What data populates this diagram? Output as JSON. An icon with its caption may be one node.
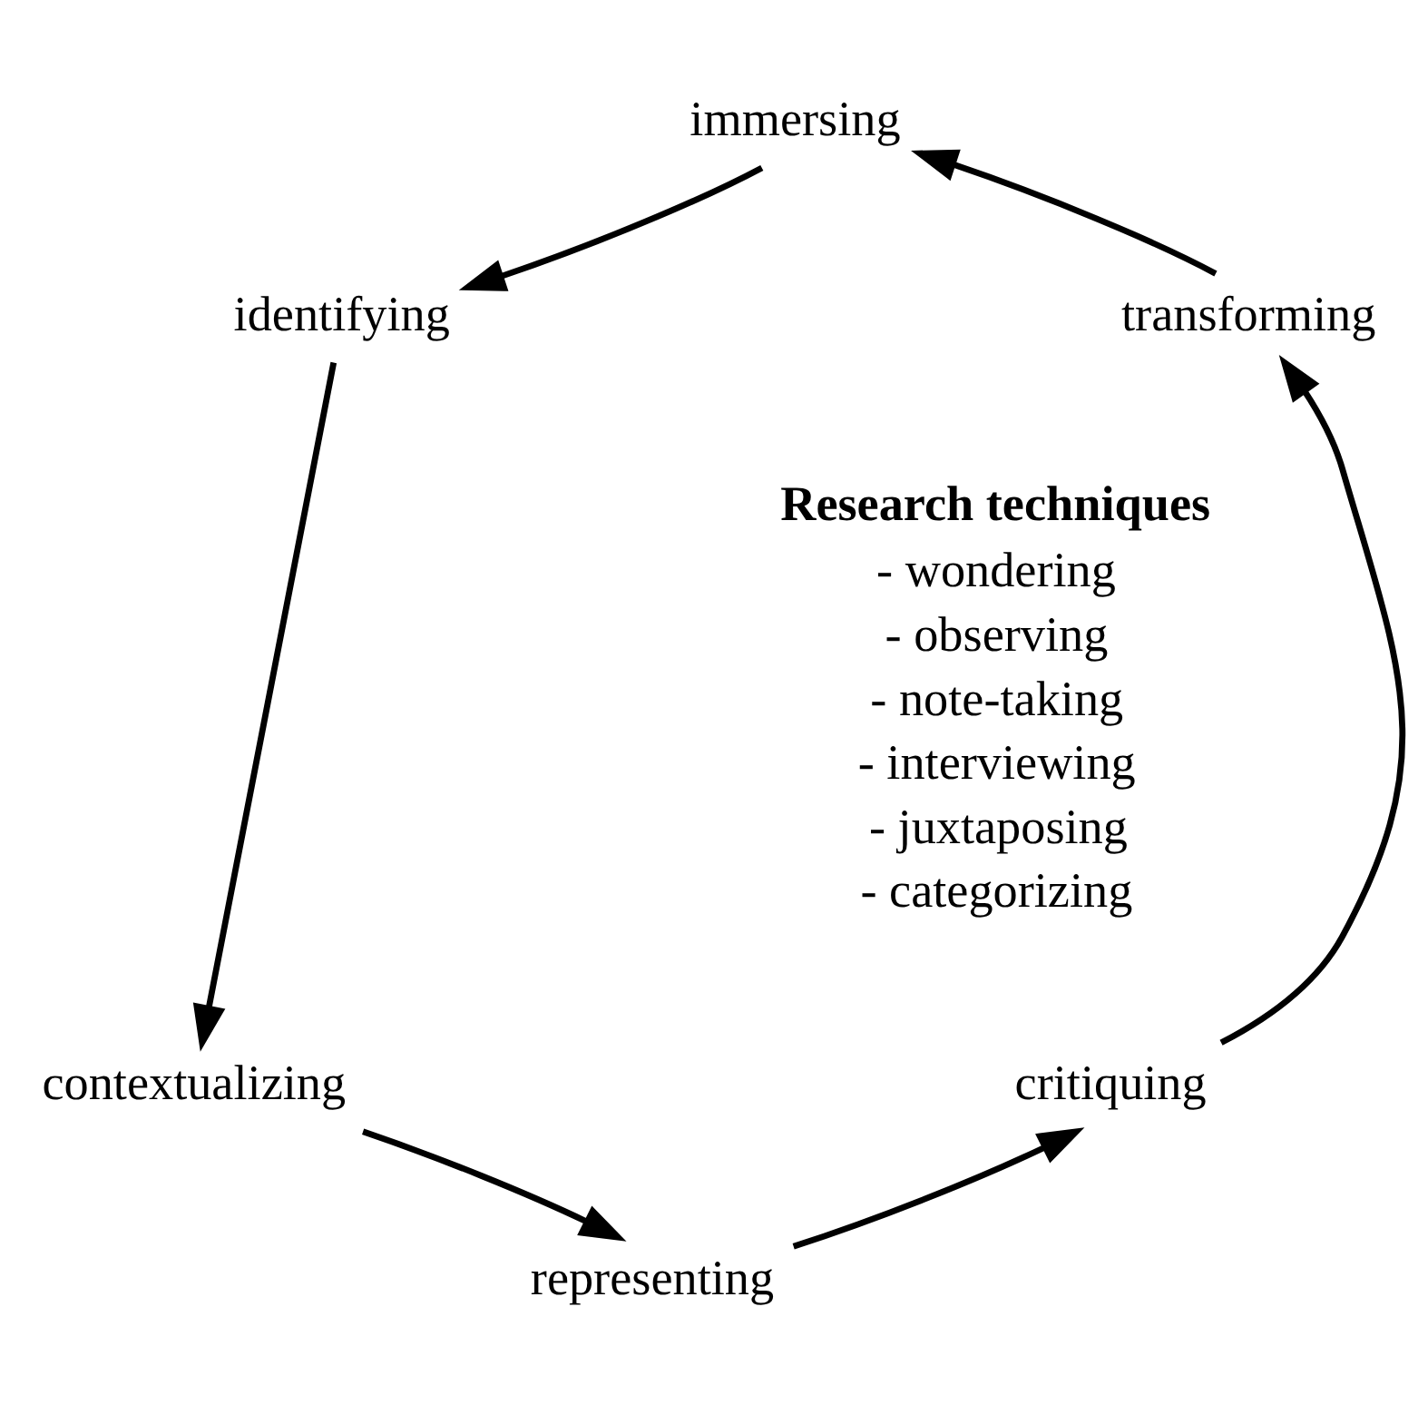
{
  "diagram": {
    "nodes": [
      {
        "text": [
          "immersing"
        ]
      },
      {
        "text": [
          "identifying"
        ]
      },
      {
        "text": [
          "transforming"
        ]
      },
      {
        "text": [
          "contextualizing"
        ]
      },
      {
        "text": [
          "critiquing"
        ]
      },
      {
        "text": [
          "representing"
        ]
      }
    ],
    "edges": [
      {
        "from": 0,
        "to": 1,
        "arrow": "to"
      },
      {
        "from": 1,
        "to": 3,
        "arrow": "to"
      },
      {
        "from": 3,
        "to": 5,
        "arrow": "to"
      },
      {
        "from": 5,
        "to": 4,
        "arrow": "to"
      },
      {
        "from": 4,
        "to": 2,
        "arrow": "to"
      },
      {
        "from": 2,
        "to": 0,
        "arrow": "to"
      }
    ],
    "labels": [
      "Research techniques",
      "- wondering",
      "- observing",
      "- note-taking",
      "- interviewing",
      "- juxtaposing",
      "- categorizing"
    ]
  }
}
